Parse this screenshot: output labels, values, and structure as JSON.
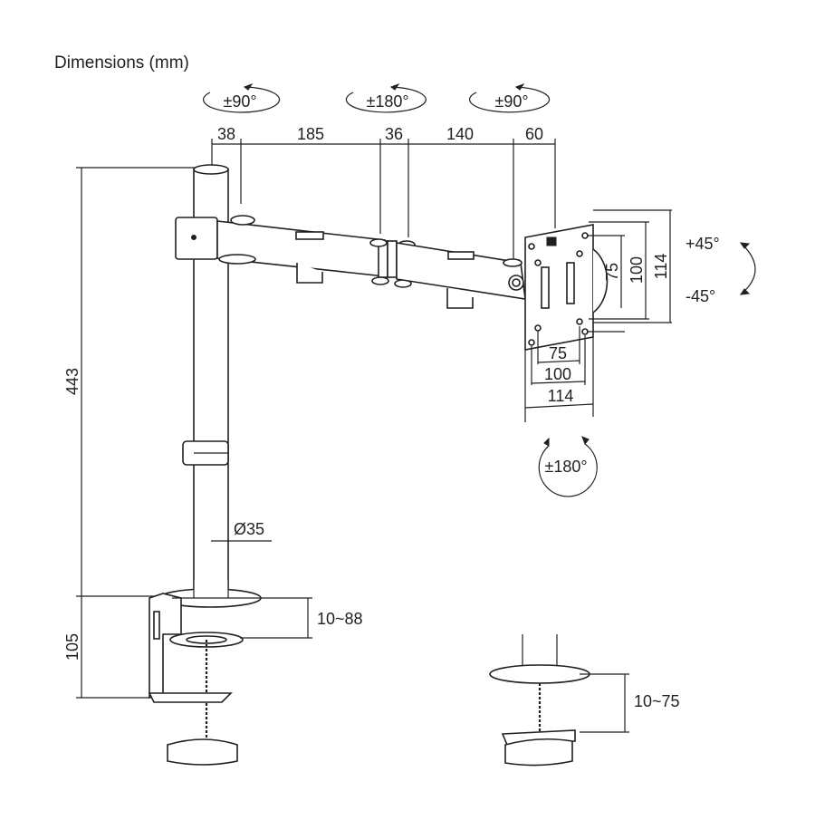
{
  "title": "Dimensions (mm)",
  "rotations": {
    "pole_swivel": "±90°",
    "arm_joint": "±180°",
    "head_swivel": "±90°",
    "tilt_up": "+45°",
    "tilt_down": "-45°",
    "rotation": "±180°"
  },
  "arm_dimensions": [
    "38",
    "185",
    "36",
    "140",
    "60"
  ],
  "pole_height": "443",
  "pole_diameter": "Ø35",
  "clamp_height": "105",
  "clamp_range": "10~88",
  "grommet_range": "10~75",
  "vesa": {
    "vertical": [
      "75",
      "100",
      "114"
    ],
    "horizontal": [
      "75",
      "100",
      "114"
    ]
  }
}
